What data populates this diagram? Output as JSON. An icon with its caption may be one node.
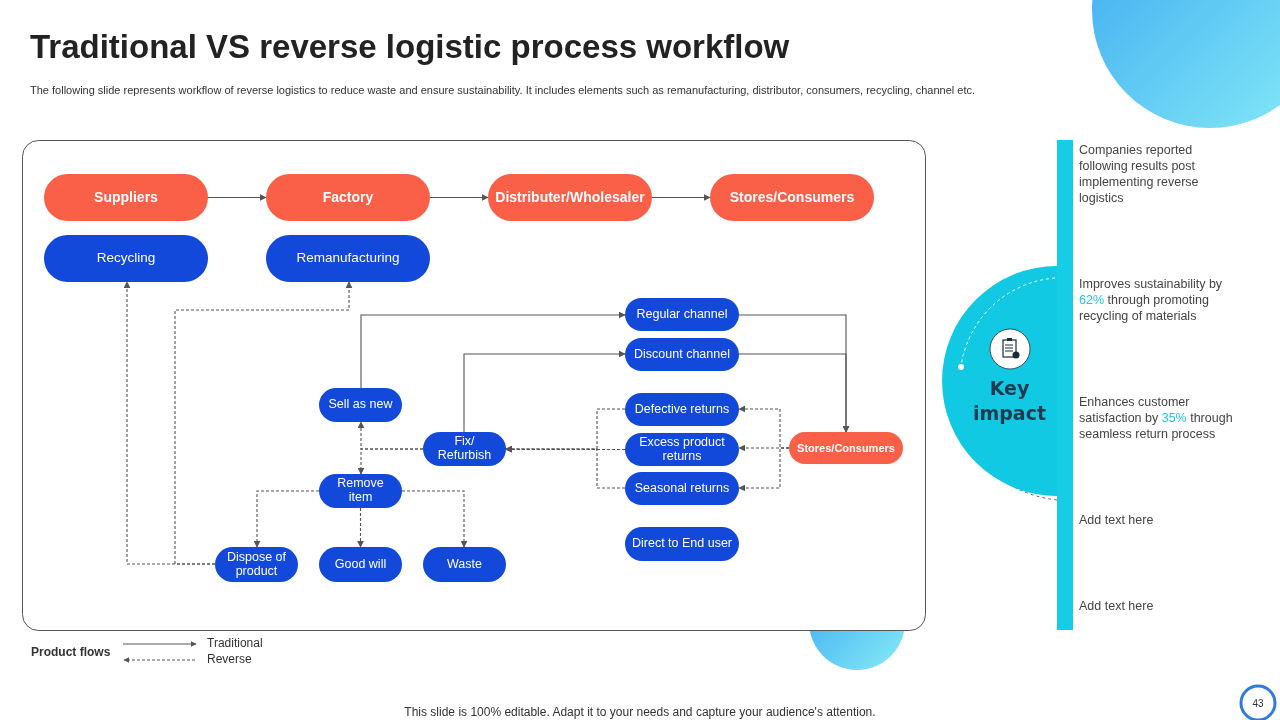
{
  "diagram": {
    "title": "Traditional VS reverse logistic process workflow",
    "nodes": [
      {
        "text": [
          "Suppliers"
        ]
      },
      {
        "text": [
          "Factory"
        ]
      },
      {
        "text": [
          "Distributer/Wholesaler"
        ]
      },
      {
        "text": [
          "Stores/Consumers"
        ]
      },
      {
        "text": [
          "Recycling"
        ]
      },
      {
        "text": [
          "Remanufacturing"
        ]
      },
      {
        "text": [
          "Regular channel"
        ]
      },
      {
        "text": [
          "Discount channel"
        ]
      },
      {
        "text": [
          "Sell as new"
        ]
      },
      {
        "text": [
          "Defective returns"
        ]
      },
      {
        "text": [
          "Fix/ Refurbish"
        ]
      },
      {
        "text": [
          "Excess product returns"
        ]
      },
      {
        "text": [
          "Stores/Consumers"
        ]
      },
      {
        "text": [
          "Remove item"
        ]
      },
      {
        "text": [
          "Seasonal returns"
        ]
      },
      {
        "text": [
          "Dispose of product"
        ]
      },
      {
        "text": [
          "Good will"
        ]
      },
      {
        "text": [
          "Waste"
        ]
      },
      {
        "text": [
          "Direct to End user"
        ]
      },
      {
        "text": [
          "Key impact"
        ]
      },
      {
        "text": [],
        "shape": "bar"
      }
    ],
    "edges": [
      {
        "from": 0,
        "to": 1,
        "arrow": "to"
      },
      {
        "from": 1,
        "to": 2,
        "arrow": "to"
      },
      {
        "from": 2,
        "to": 3,
        "arrow": "to"
      },
      {
        "from": 8,
        "to": 6,
        "arrow": "to"
      },
      {
        "from": 10,
        "to": 7,
        "arrow": "to"
      },
      {
        "from": 6,
        "to": 12,
        "arrow": "to"
      },
      {
        "from": 7,
        "to": 12,
        "arrow": "to"
      },
      {
        "from": 12,
        "to": 9,
        "arrow": "to",
        "style": "dashed"
      },
      {
        "from": 12,
        "to": 11,
        "arrow": "to",
        "style": "dashed"
      },
      {
        "from": 12,
        "to": 14,
        "arrow": "to",
        "style": "dashed"
      },
      {
        "from": 9,
        "to": 10,
        "arrow": "to",
        "style": "dashed"
      },
      {
        "from": 11,
        "to": 10,
        "arrow": "to",
        "style": "dashed"
      },
      {
        "from": 14,
        "to": 10,
        "arrow": "to",
        "style": "dashed"
      },
      {
        "from": 10,
        "to": 8,
        "arrow": "to",
        "style": "dashed"
      },
      {
        "from": 10,
        "to": 13,
        "arrow": "to",
        "style": "dashed"
      },
      {
        "from": 13,
        "to": 15,
        "arrow": "to",
        "style": "dashed"
      },
      {
        "from": 13,
        "to": 16,
        "arrow": "to",
        "style": "dashed"
      },
      {
        "from": 13,
        "to": 17,
        "arrow": "to",
        "style": "dashed"
      },
      {
        "from": 15,
        "to": 4,
        "arrow": "to",
        "style": "dashed"
      },
      {
        "from": 15,
        "to": 5,
        "arrow": "to",
        "style": "dashed"
      }
    ],
    "labels": [
      "The following slide represents workflow of reverse logistics to reduce waste and ensure sustainability. It includes elements such as remanufacturing, distributor, consumers, recycling, channel etc.",
      "Companies reported following results post implementing reverse logistics",
      "Improves sustainability by **62%** through promoting recycling of materials",
      "Enhances customer satisfaction by **35%** through seamless return process",
      "Add text here",
      "Add text here",
      "Product flows",
      "This slide is 100% editable. Adapt it to your needs and capture your audience's attention.",
      "43"
    ],
    "legend": [
      {
        "text": "Traditional"
      },
      {
        "text": "Reverse"
      }
    ]
  }
}
